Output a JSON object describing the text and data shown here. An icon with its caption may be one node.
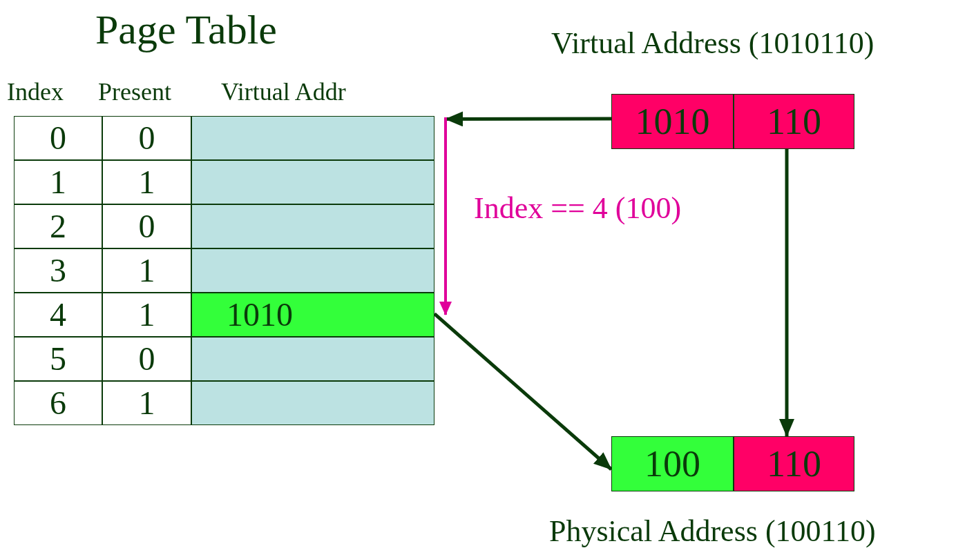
{
  "diagram": {
    "nodes": [
      {
        "text": [
          "Virtual Address (1010110)"
        ]
      },
      {
        "text": [
          "1010"
        ],
        "in": 0
      },
      {
        "text": [
          "110"
        ],
        "in": 0
      },
      {
        "text": [
          "Physical Address (100110)"
        ]
      },
      {
        "text": [
          "100"
        ],
        "in": 3
      },
      {
        "text": [
          "110"
        ],
        "in": 3
      },
      {
        "text": [
          "Page Table"
        ]
      },
      {
        "text": [
          "1010"
        ],
        "in": 6
      }
    ],
    "edges": [
      {
        "from": 1,
        "to": 6,
        "arrow": "to"
      },
      {
        "from": 7,
        "to": 4,
        "arrow": "to"
      },
      {
        "from": 2,
        "to": 5,
        "arrow": "to"
      },
      {
        "from": null,
        "to": 7,
        "arrow": "to",
        "label": "Index == 4 (100)",
        "color": "#e0009a"
      }
    ],
    "labels": [
      "Index",
      "Present",
      "Virtual Addr",
      "0",
      "0",
      "1",
      "1",
      "2",
      "0",
      "3",
      "1",
      "4",
      "1",
      "5",
      "0",
      "6",
      "1"
    ]
  }
}
